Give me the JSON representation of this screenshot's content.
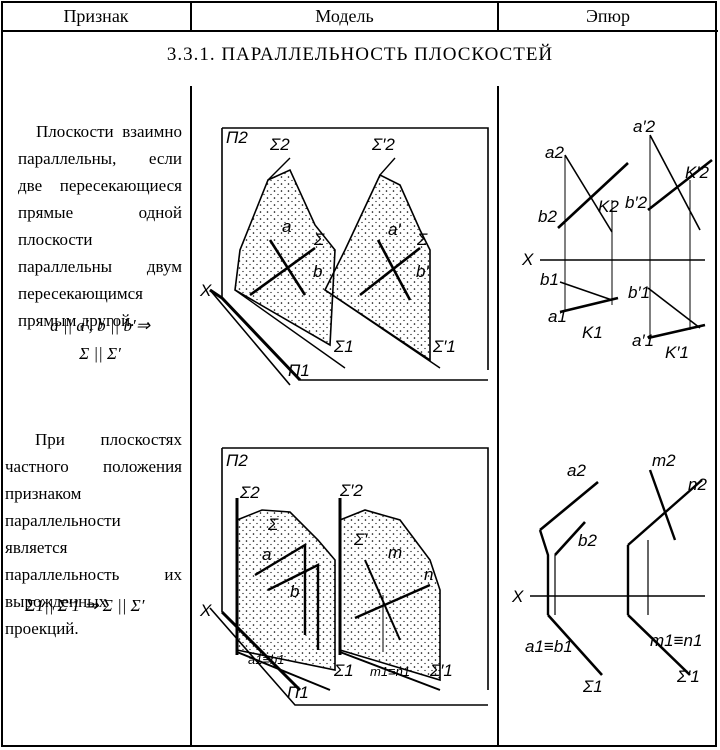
{
  "header": {
    "col1": "Признак",
    "col2": "Модель",
    "col3": "Эпюр"
  },
  "section_title": "3.3.1. ПАРАЛЛЕЛЬНОСТЬ ПЛОСКОСТЕЙ",
  "row1": {
    "text": "Плоскости взаимно параллельны, если две пересекающиеся прямые одной плоскости параллельны двум пересекающимся прямым другой.",
    "formula_line1": "a || a′, b || b′⇒",
    "formula_line2": "Σ || Σ′",
    "model_labels": {
      "pi2": "Π2",
      "sigma2": "Σ2",
      "sigma2p": "Σ′2",
      "x": "X",
      "a": "a",
      "b": "b",
      "sigma": "Σ",
      "ap": "a′",
      "bp": "b′",
      "sigmap": "Σ",
      "sigma1": "Σ1",
      "sigma1p": "Σ′1",
      "pi1": "Π1"
    },
    "epure_labels": {
      "a2": "a2",
      "b2": "b2",
      "k2": "K2",
      "a2p": "a′2",
      "b2p": "b′2",
      "k2p": "K′2",
      "x": "X",
      "b1": "b1",
      "a1": "a1",
      "k1": "K1",
      "b1p": "b′1",
      "a1p": "a′1",
      "k1p": "K′1"
    }
  },
  "row2": {
    "text": "При плоскостях частного положения признаком параллельности является параллельность их вырожденных проекций.",
    "formula": "Σ1|| Σ′1 ⇒ Σ || Σ′",
    "model_labels": {
      "pi2": "Π2",
      "sigma2": "Σ2",
      "sigma2p": "Σ′2",
      "sigma": "Σ",
      "sigmap": "Σ′",
      "a": "a",
      "b": "b",
      "m": "m",
      "n": "n",
      "x": "X",
      "a1b1": "a1≡b1",
      "m1n1": "m1≡n1",
      "sigma1": "Σ1",
      "sigma1p": "Σ′1",
      "pi1": "Π1"
    },
    "epure_labels": {
      "a2": "a2",
      "b2": "b2",
      "m2": "m2",
      "n2": "n2",
      "x": "X",
      "a1b1": "a1≡b1",
      "m1n1": "m1≡n1",
      "sigma1": "Σ1",
      "sigma1p": "Σ′1"
    }
  }
}
